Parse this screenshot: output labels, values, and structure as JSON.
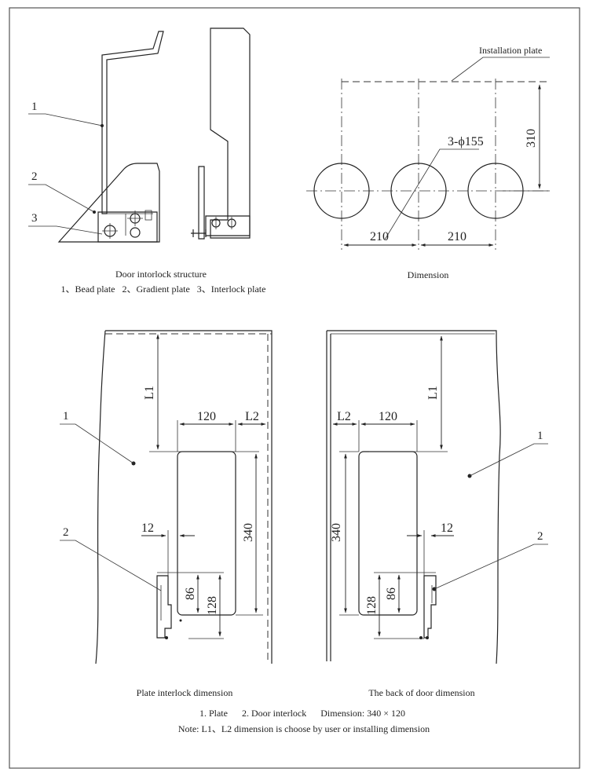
{
  "structure": {
    "callouts": [
      "1",
      "2",
      "3"
    ],
    "caption": "Door intorlock structure",
    "legend": "1、Bead plate   2、Gradient plate   3、Interlock plate"
  },
  "dimension_view": {
    "installation_label": "Installation plate",
    "hole_label": "3-ϕ155",
    "height": "310",
    "spacing_left": "210",
    "spacing_right": "210",
    "caption": "Dimension"
  },
  "plate_view": {
    "l1": "L1",
    "width": "120",
    "l2": "L2",
    "height": "340",
    "gap": "12",
    "h86": "86",
    "h128": "128",
    "callout_1": "1",
    "callout_2": "2",
    "caption": "Plate interlock dimension"
  },
  "back_view": {
    "l1": "L1",
    "l2": "L2",
    "width": "120",
    "height": "340",
    "gap": "12",
    "h128": "128",
    "h86": "86",
    "callout_1": "1",
    "callout_2": "2",
    "caption": "The back of door dimension"
  },
  "footer": {
    "legend": "1. Plate      2. Door interlock      Dimension: 340 × 120",
    "note": "Note: L1、L2 dimension is choose by user or installing dimension"
  }
}
